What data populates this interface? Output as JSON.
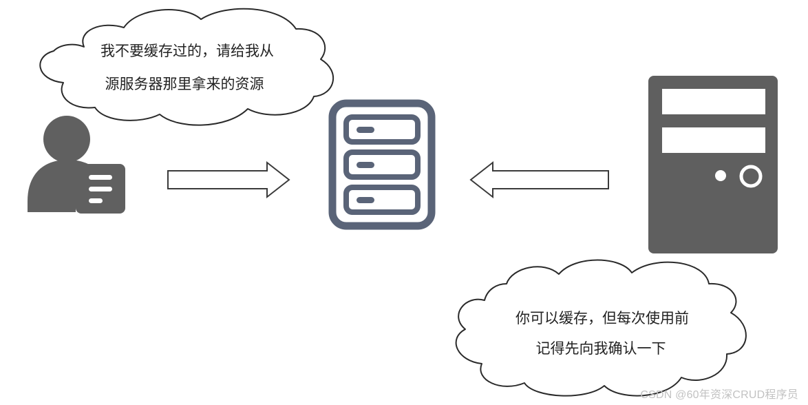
{
  "client_bubble": {
    "line1": "我不要缓存过的，请给我从",
    "line2": "源服务器那里拿来的资源"
  },
  "server_bubble": {
    "line1": "你可以缓存，但每次使用前",
    "line2": "记得先向我确认一下"
  },
  "icons": {
    "client": "user-document-icon",
    "proxy": "cache-server-rack-icon",
    "origin": "origin-server-tower-icon"
  },
  "colors": {
    "client_icon": "#606060",
    "origin_icon": "#5f5f5f",
    "proxy_icon": "#5a6478",
    "arrow_stroke": "#3a3a3a",
    "cloud_stroke": "#2a2a2a"
  },
  "watermark": "CSDN @60年资深CRUD程序员"
}
